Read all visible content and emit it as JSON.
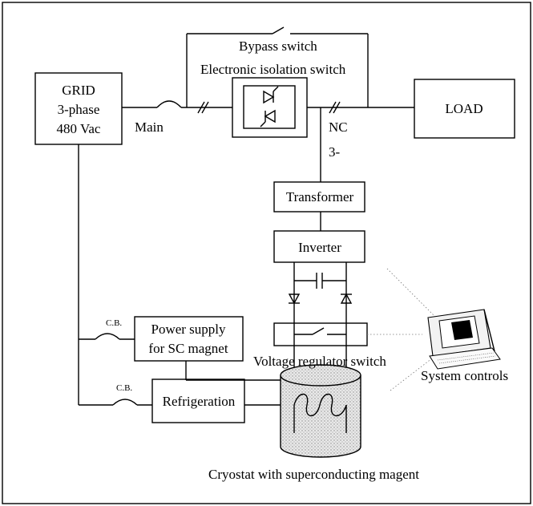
{
  "labels": {
    "bypass_switch": "Bypass switch",
    "isolation_switch": "Electronic isolation switch",
    "grid_line1": "GRID",
    "grid_line2": "3-phase",
    "grid_line3": "480 Vac",
    "main": "Main",
    "load": "LOAD",
    "nc": "NC",
    "three_phase": "3-",
    "transformer": "Transformer",
    "inverter": "Inverter",
    "cb_top": "C.B.",
    "cb_bottom": "C.B.",
    "power_supply_line1": "Power supply",
    "power_supply_line2": "for SC magnet",
    "voltage_regulator_switch": "Voltage regulator switch",
    "system_controls": "System controls",
    "refrigeration": "Refrigeration",
    "cryostat": "Cryostat with superconducting magent"
  },
  "icons": {
    "computer": "computer-terminal-icon"
  }
}
